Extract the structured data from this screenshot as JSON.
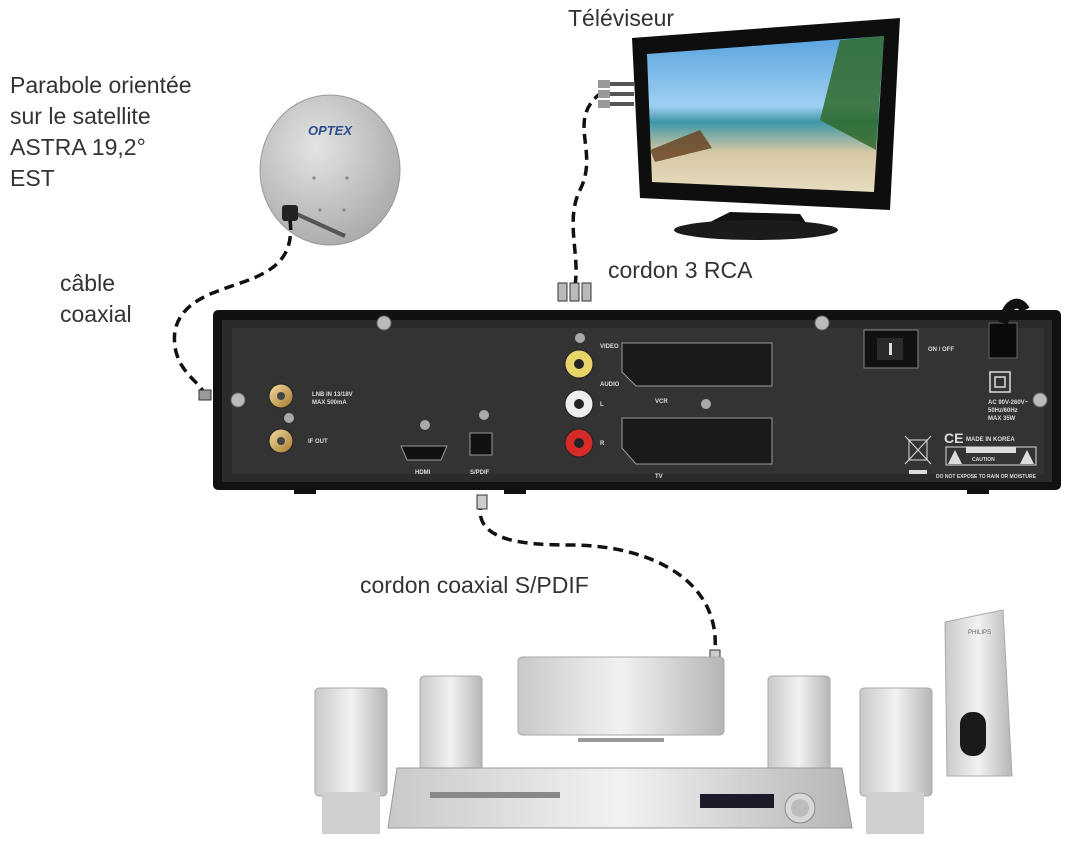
{
  "labels": {
    "dish_line1": "Parabole orientée",
    "dish_line2": "sur le satellite",
    "dish_line3": "ASTRA 19,2°",
    "dish_line4": "EST",
    "tv": "Téléviseur",
    "coax": "câble",
    "coax2": "coaxial",
    "rca": "cordon 3 RCA",
    "spdif": "cordon coaxial S/PDIF"
  },
  "dish_brand": "OPTEX",
  "panel": {
    "lnb_in": "LNB IN 13/18V",
    "lnb_ma": "MAX 500mA",
    "if_out": "IF OUT",
    "hdmi": "HDMI",
    "spdif": "S/PDIF",
    "video": "VIDEO",
    "audio": "AUDIO",
    "l": "L",
    "r": "R",
    "vcr": "VCR",
    "tv": "TV",
    "onoff": "ON / OFF",
    "ac1": "AC 90V-260V~",
    "ac2": "50Hz/60Hz",
    "ac3": "MAX 35W",
    "ce": "CE",
    "made": "MADE IN KOREA",
    "caution": "CAUTION",
    "warn": "DO NOT EXPOSE TO RAIN OR MOISTURE"
  },
  "hifi_brand": "PHILIPS",
  "colors": {
    "cable": "#111111",
    "label": "#333333",
    "panel": "#2b2b2b"
  }
}
